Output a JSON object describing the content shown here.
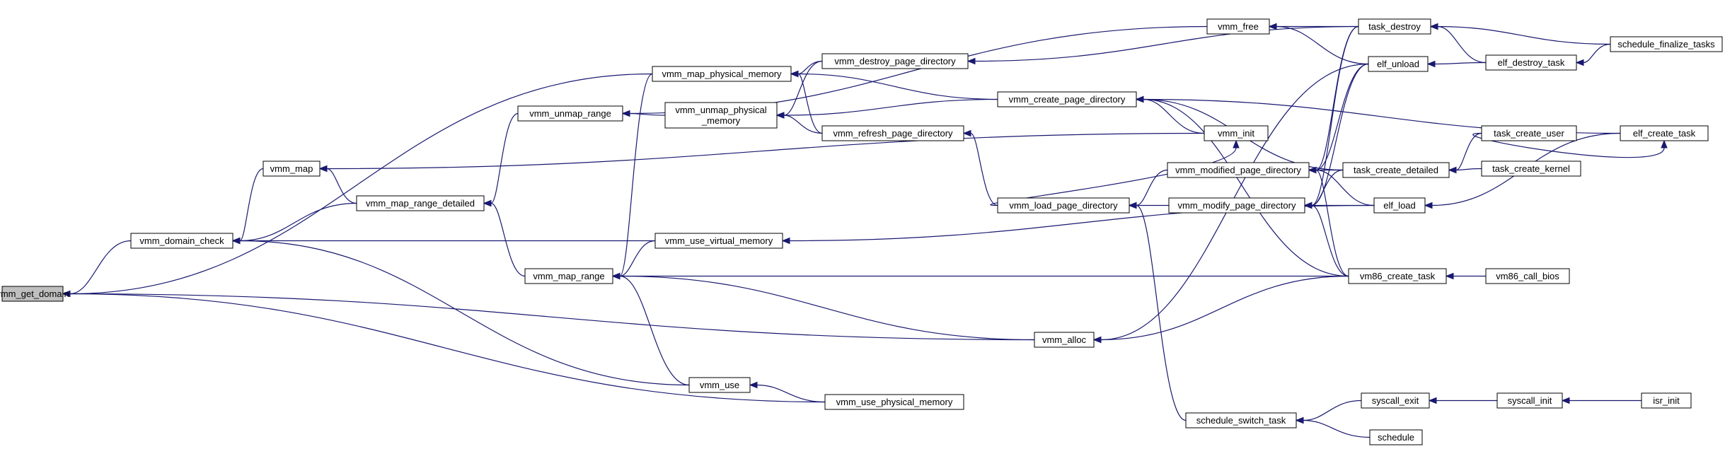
{
  "graph": {
    "nodes": [
      {
        "id": "vmm_get_domain",
        "lines": [
          "vmm_get_domain"
        ],
        "root": true
      },
      {
        "id": "vmm_domain_check",
        "lines": [
          "vmm_domain_check"
        ]
      },
      {
        "id": "vmm_map",
        "lines": [
          "vmm_map"
        ]
      },
      {
        "id": "vmm_map_range_detailed",
        "lines": [
          "vmm_map_range_detailed"
        ]
      },
      {
        "id": "vmm_unmap_range",
        "lines": [
          "vmm_unmap_range"
        ]
      },
      {
        "id": "vmm_map_physical_memory",
        "lines": [
          "vmm_map_physical_memory"
        ]
      },
      {
        "id": "vmm_unmap_physical_memory",
        "lines": [
          "vmm_unmap_physical",
          "_memory"
        ]
      },
      {
        "id": "vmm_destroy_page_directory",
        "lines": [
          "vmm_destroy_page_directory"
        ]
      },
      {
        "id": "vmm_refresh_page_directory",
        "lines": [
          "vmm_refresh_page_directory"
        ]
      },
      {
        "id": "vmm_map_range",
        "lines": [
          "vmm_map_range"
        ]
      },
      {
        "id": "vmm_use_virtual_memory",
        "lines": [
          "vmm_use_virtual_memory"
        ]
      },
      {
        "id": "vmm_use",
        "lines": [
          "vmm_use"
        ]
      },
      {
        "id": "vmm_use_physical_memory",
        "lines": [
          "vmm_use_physical_memory"
        ]
      },
      {
        "id": "vmm_free",
        "lines": [
          "vmm_free"
        ]
      },
      {
        "id": "vmm_create_page_directory",
        "lines": [
          "vmm_create_page_directory"
        ]
      },
      {
        "id": "vmm_init",
        "lines": [
          "vmm_init"
        ]
      },
      {
        "id": "vmm_load_page_directory",
        "lines": [
          "vmm_load_page_directory"
        ]
      },
      {
        "id": "vmm_alloc",
        "lines": [
          "vmm_alloc"
        ]
      },
      {
        "id": "schedule_switch_task",
        "lines": [
          "schedule_switch_task"
        ]
      },
      {
        "id": "vmm_modified_page_directory",
        "lines": [
          "vmm_modified_page_directory"
        ]
      },
      {
        "id": "vmm_modify_page_directory",
        "lines": [
          "vmm_modify_page_directory"
        ]
      },
      {
        "id": "task_destroy",
        "lines": [
          "task_destroy"
        ]
      },
      {
        "id": "elf_unload",
        "lines": [
          "elf_unload"
        ]
      },
      {
        "id": "task_create_detailed",
        "lines": [
          "task_create_detailed"
        ]
      },
      {
        "id": "elf_load",
        "lines": [
          "elf_load"
        ]
      },
      {
        "id": "vm86_create_task",
        "lines": [
          "vm86_create_task"
        ]
      },
      {
        "id": "syscall_exit",
        "lines": [
          "syscall_exit"
        ]
      },
      {
        "id": "schedule",
        "lines": [
          "schedule"
        ]
      },
      {
        "id": "elf_destroy_task",
        "lines": [
          "elf_destroy_task"
        ]
      },
      {
        "id": "task_create_user",
        "lines": [
          "task_create_user"
        ]
      },
      {
        "id": "task_create_kernel",
        "lines": [
          "task_create_kernel"
        ]
      },
      {
        "id": "vm86_call_bios",
        "lines": [
          "vm86_call_bios"
        ]
      },
      {
        "id": "syscall_init",
        "lines": [
          "syscall_init"
        ]
      },
      {
        "id": "schedule_finalize_tasks",
        "lines": [
          "schedule_finalize_tasks"
        ]
      },
      {
        "id": "elf_create_task",
        "lines": [
          "elf_create_task"
        ]
      },
      {
        "id": "isr_init",
        "lines": [
          "isr_init"
        ]
      }
    ],
    "edges": [
      {
        "from": "vmm_domain_check",
        "to": "vmm_get_domain"
      },
      {
        "from": "vmm_map_physical_memory",
        "to": "vmm_get_domain"
      },
      {
        "from": "vmm_alloc",
        "to": "vmm_get_domain"
      },
      {
        "from": "vmm_use_physical_memory",
        "to": "vmm_get_domain"
      },
      {
        "from": "vmm_map",
        "to": "vmm_domain_check"
      },
      {
        "from": "vmm_map_range_detailed",
        "to": "vmm_domain_check"
      },
      {
        "from": "vmm_use_virtual_memory",
        "to": "vmm_domain_check"
      },
      {
        "from": "vmm_use",
        "to": "vmm_domain_check"
      },
      {
        "from": "vmm_map_range_detailed",
        "to": "vmm_map"
      },
      {
        "from": "vmm_init",
        "to": "vmm_map"
      },
      {
        "from": "vmm_unmap_range",
        "to": "vmm_map_range_detailed"
      },
      {
        "from": "vmm_map_range",
        "to": "vmm_map_range_detailed"
      },
      {
        "from": "vmm_free",
        "to": "vmm_unmap_range"
      },
      {
        "from": "vmm_unmap_physical_memory",
        "to": "vmm_unmap_range"
      },
      {
        "from": "vmm_destroy_page_directory",
        "to": "vmm_map_physical_memory"
      },
      {
        "from": "vmm_create_page_directory",
        "to": "vmm_map_physical_memory"
      },
      {
        "from": "vmm_refresh_page_directory",
        "to": "vmm_map_physical_memory"
      },
      {
        "from": "vmm_destroy_page_directory",
        "to": "vmm_unmap_physical_memory"
      },
      {
        "from": "vmm_create_page_directory",
        "to": "vmm_unmap_physical_memory"
      },
      {
        "from": "vmm_refresh_page_directory",
        "to": "vmm_unmap_physical_memory"
      },
      {
        "from": "vmm_use_virtual_memory",
        "to": "vmm_map_range"
      },
      {
        "from": "vmm_use",
        "to": "vmm_map_range"
      },
      {
        "from": "vmm_alloc",
        "to": "vmm_map_range"
      },
      {
        "from": "vm86_create_task",
        "to": "vmm_map_range"
      },
      {
        "from": "vmm_map_physical_memory",
        "to": "vmm_map_range"
      },
      {
        "from": "vmm_use_physical_memory",
        "to": "vmm_use"
      },
      {
        "from": "elf_load",
        "to": "vmm_use_virtual_memory"
      },
      {
        "from": "task_destroy",
        "to": "vmm_free"
      },
      {
        "from": "elf_unload",
        "to": "vmm_free"
      },
      {
        "from": "task_destroy",
        "to": "vmm_destroy_page_directory"
      },
      {
        "from": "vmm_init",
        "to": "vmm_create_page_directory"
      },
      {
        "from": "task_create_detailed",
        "to": "vmm_create_page_directory"
      },
      {
        "from": "elf_create_task",
        "to": "vmm_create_page_directory"
      },
      {
        "from": "vm86_create_task",
        "to": "vmm_create_page_directory"
      },
      {
        "from": "vmm_load_page_directory",
        "to": "vmm_refresh_page_directory"
      },
      {
        "from": "vmm_load_page_directory",
        "to": "vmm_init"
      },
      {
        "from": "vmm_modified_page_directory",
        "to": "vmm_load_page_directory"
      },
      {
        "from": "vmm_modify_page_directory",
        "to": "vmm_load_page_directory"
      },
      {
        "from": "schedule_switch_task",
        "to": "vmm_load_page_directory"
      },
      {
        "from": "elf_unload",
        "to": "vmm_alloc"
      },
      {
        "from": "vm86_create_task",
        "to": "vmm_alloc"
      },
      {
        "from": "task_destroy",
        "to": "vmm_modified_page_directory"
      },
      {
        "from": "elf_unload",
        "to": "vmm_modified_page_directory"
      },
      {
        "from": "task_create_detailed",
        "to": "vmm_modified_page_directory"
      },
      {
        "from": "elf_load",
        "to": "vmm_modified_page_directory"
      },
      {
        "from": "vm86_create_task",
        "to": "vmm_modified_page_directory"
      },
      {
        "from": "task_destroy",
        "to": "vmm_modify_page_directory"
      },
      {
        "from": "elf_unload",
        "to": "vmm_modify_page_directory"
      },
      {
        "from": "task_create_detailed",
        "to": "vmm_modify_page_directory"
      },
      {
        "from": "elf_load",
        "to": "vmm_modify_page_directory"
      },
      {
        "from": "vm86_create_task",
        "to": "vmm_modify_page_directory"
      },
      {
        "from": "syscall_exit",
        "to": "schedule_switch_task"
      },
      {
        "from": "schedule",
        "to": "schedule_switch_task"
      },
      {
        "from": "elf_destroy_task",
        "to": "task_destroy"
      },
      {
        "from": "schedule_finalize_tasks",
        "to": "task_destroy"
      },
      {
        "from": "elf_destroy_task",
        "to": "elf_unload"
      },
      {
        "from": "task_create_user",
        "to": "task_create_detailed"
      },
      {
        "from": "task_create_kernel",
        "to": "task_create_detailed"
      },
      {
        "from": "elf_create_task",
        "to": "elf_load"
      },
      {
        "from": "vm86_call_bios",
        "to": "vm86_create_task"
      },
      {
        "from": "syscall_init",
        "to": "syscall_exit"
      },
      {
        "from": "schedule_finalize_tasks",
        "to": "elf_destroy_task"
      },
      {
        "from": "task_create_user",
        "to": "elf_create_task"
      },
      {
        "from": "isr_init",
        "to": "syscall_init"
      }
    ]
  }
}
